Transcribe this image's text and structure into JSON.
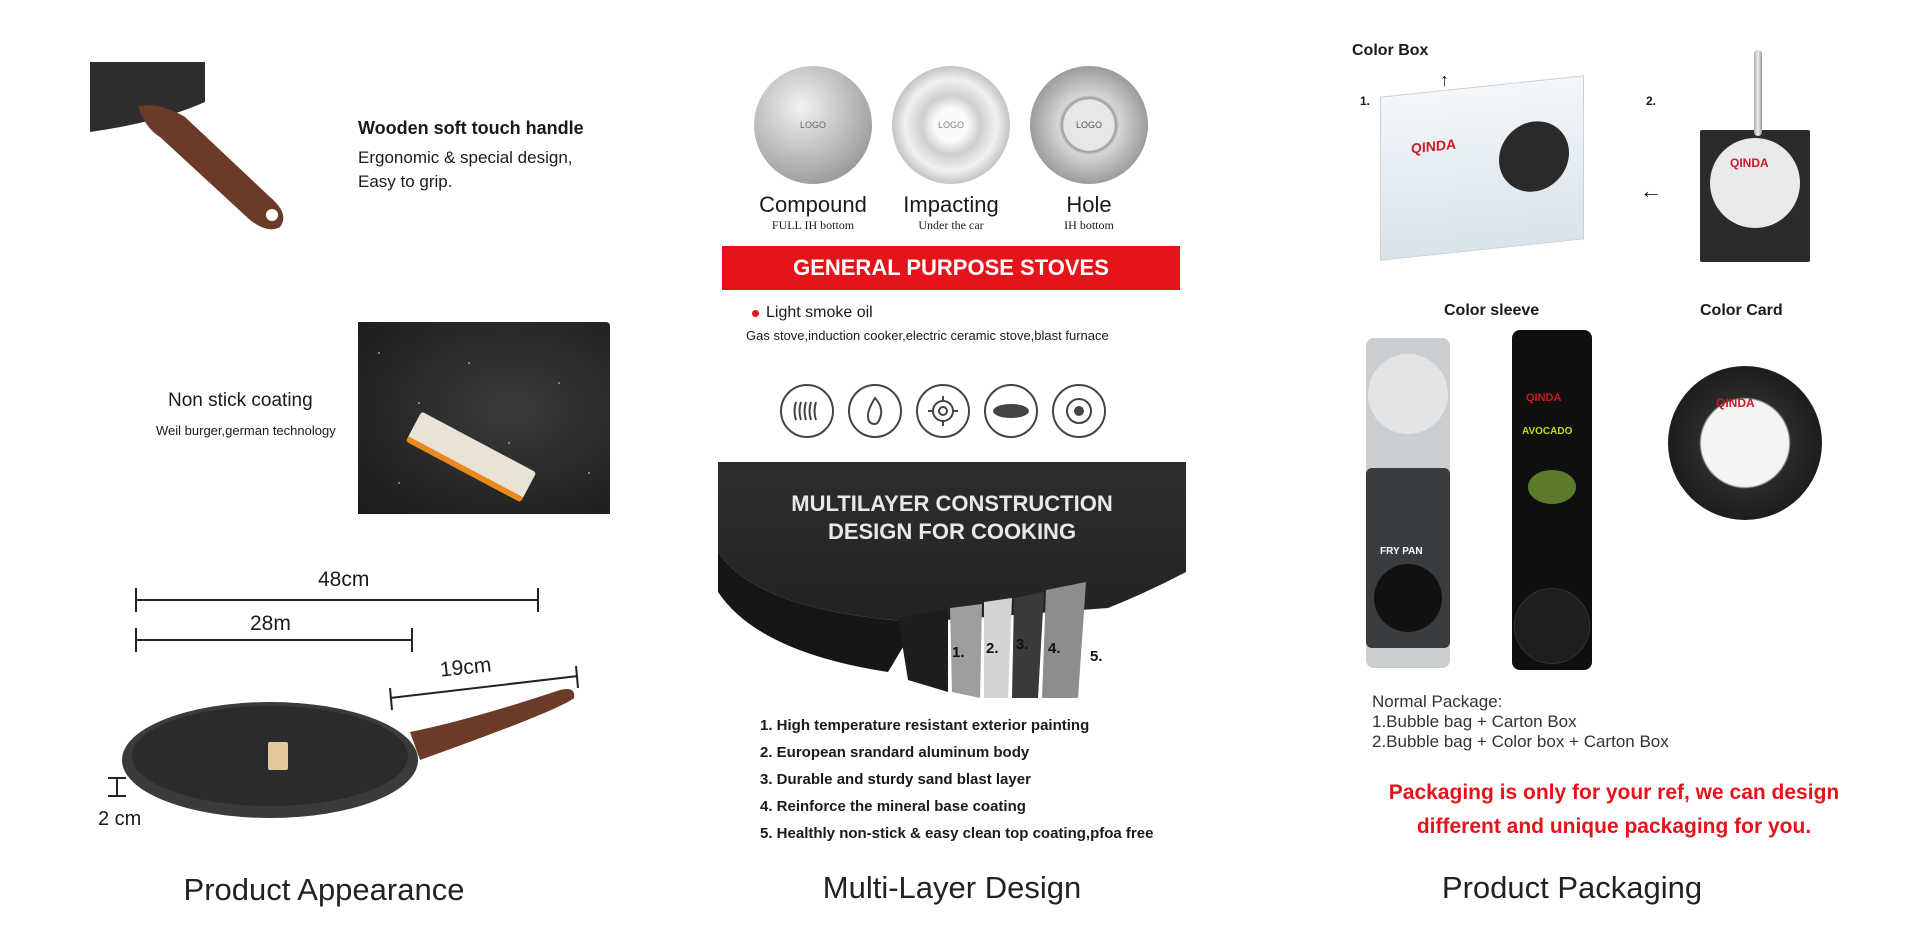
{
  "appearance": {
    "handle_title": "Wooden soft touch handle",
    "handle_desc_1": "Ergonomic & special design,",
    "handle_desc_2": "Easy to grip.",
    "coating_title": "Non stick coating",
    "coating_desc": "Weil burger,german technology",
    "dim_48": "48cm",
    "dim_28": "28m",
    "dim_19": "19cm",
    "dim_2": "2 cm",
    "caption": "Product Appearance"
  },
  "multilayer": {
    "discs": [
      {
        "label": "Compound",
        "sub": "FULL IH bottom",
        "logo": "LOGO"
      },
      {
        "label": "Impacting",
        "sub": "Under the car",
        "logo": "LOGO"
      },
      {
        "label": "Hole",
        "sub": "IH bottom",
        "logo": "LOGO"
      }
    ],
    "banner": "GENERAL PURPOSE STOVES",
    "bullet": "Light smoke oil",
    "stoves_line": "Gas stove,induction cooker,electric ceramic stove,blast furnace",
    "pan_heading_1": "MULTILAYER CONSTRUCTION",
    "pan_heading_2": "DESIGN FOR COOKING",
    "layer_numbers": [
      "1.",
      "2.",
      "3.",
      "4.",
      "5."
    ],
    "layers": [
      "1. High temperature resistant exterior painting",
      "2. European srandard aluminum body",
      "3. Durable and sturdy sand blast layer",
      "4. Reinforce the mineral base coating",
      "5. Healthly non-stick & easy clean top coating,pfoa free"
    ],
    "caption": "Multi-Layer Design"
  },
  "packaging": {
    "color_box": "Color Box",
    "num_1": "1.",
    "num_2": "2.",
    "color_sleeve": "Color sleeve",
    "color_card": "Color Card",
    "brand": "QINDA",
    "sleeve_product": "FRY PAN",
    "sleeve_variant": "AVOCADO",
    "note_title": "Normal Package:",
    "note_1": "1.Bubble bag + Carton Box",
    "note_2": "2.Bubble bag + Color box + Carton Box",
    "red_note_1": "Packaging is only for your ref, we can design",
    "red_note_2": "different and unique packaging for you.",
    "caption": "Product Packaging"
  },
  "colors": {
    "accent_red": "#e5141b",
    "handle_brown": "#6b3a28",
    "pan_dark": "#2a2a2a"
  }
}
